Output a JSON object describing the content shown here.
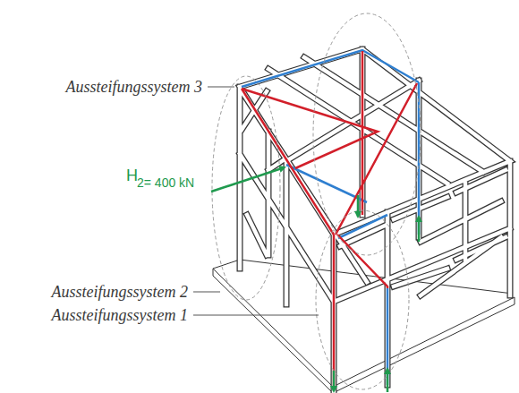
{
  "diagram": {
    "labels": [
      "Aussteifungssystem 3",
      "H",
      "2= 400 kN",
      "Aussteifungssystem 2",
      "Aussteifungssystem 1"
    ]
  }
}
